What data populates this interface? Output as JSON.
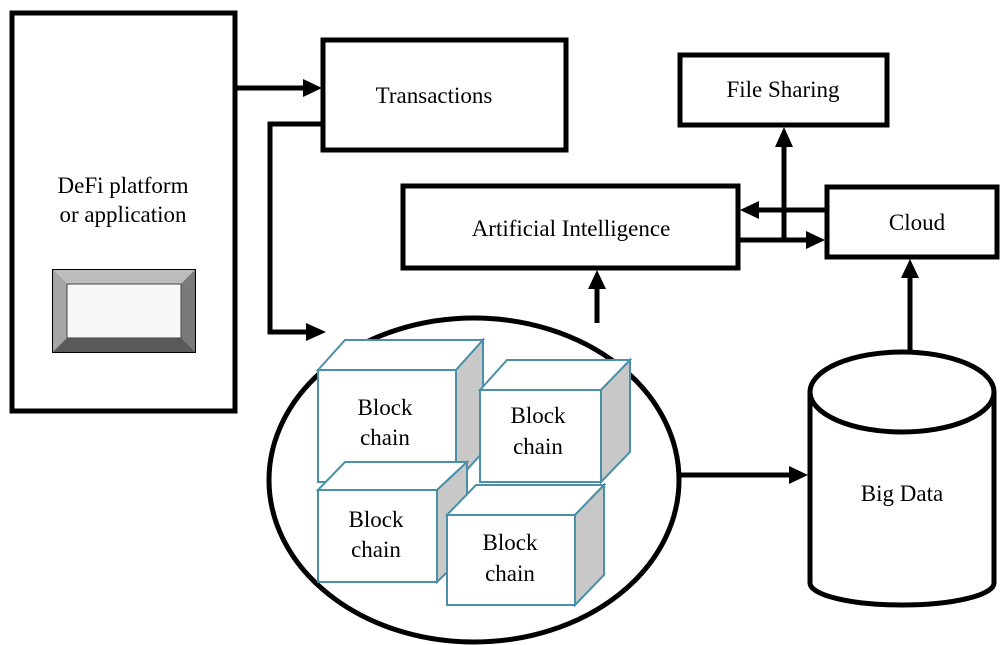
{
  "nodes": {
    "defi_platform": {
      "lines": [
        "DeFi platform",
        "or application"
      ]
    },
    "transactions": {
      "label": "Transactions"
    },
    "file_sharing": {
      "label": "File Sharing"
    },
    "artificial_intelligence": {
      "label": "Artificial Intelligence"
    },
    "cloud": {
      "label": "Cloud"
    },
    "big_data": {
      "label": "Big Data"
    },
    "blockchain_cubes": [
      {
        "lines": [
          "Block",
          "chain"
        ]
      },
      {
        "lines": [
          "Block",
          "chain"
        ]
      },
      {
        "lines": [
          "Block",
          "chain"
        ]
      },
      {
        "lines": [
          "Block",
          "chain"
        ]
      }
    ]
  },
  "colors": {
    "stroke": "#000000",
    "cube_edge": "#4a90a8",
    "cube_side": "#c8c8c8",
    "screen_bevel": "#8c8c8c"
  }
}
